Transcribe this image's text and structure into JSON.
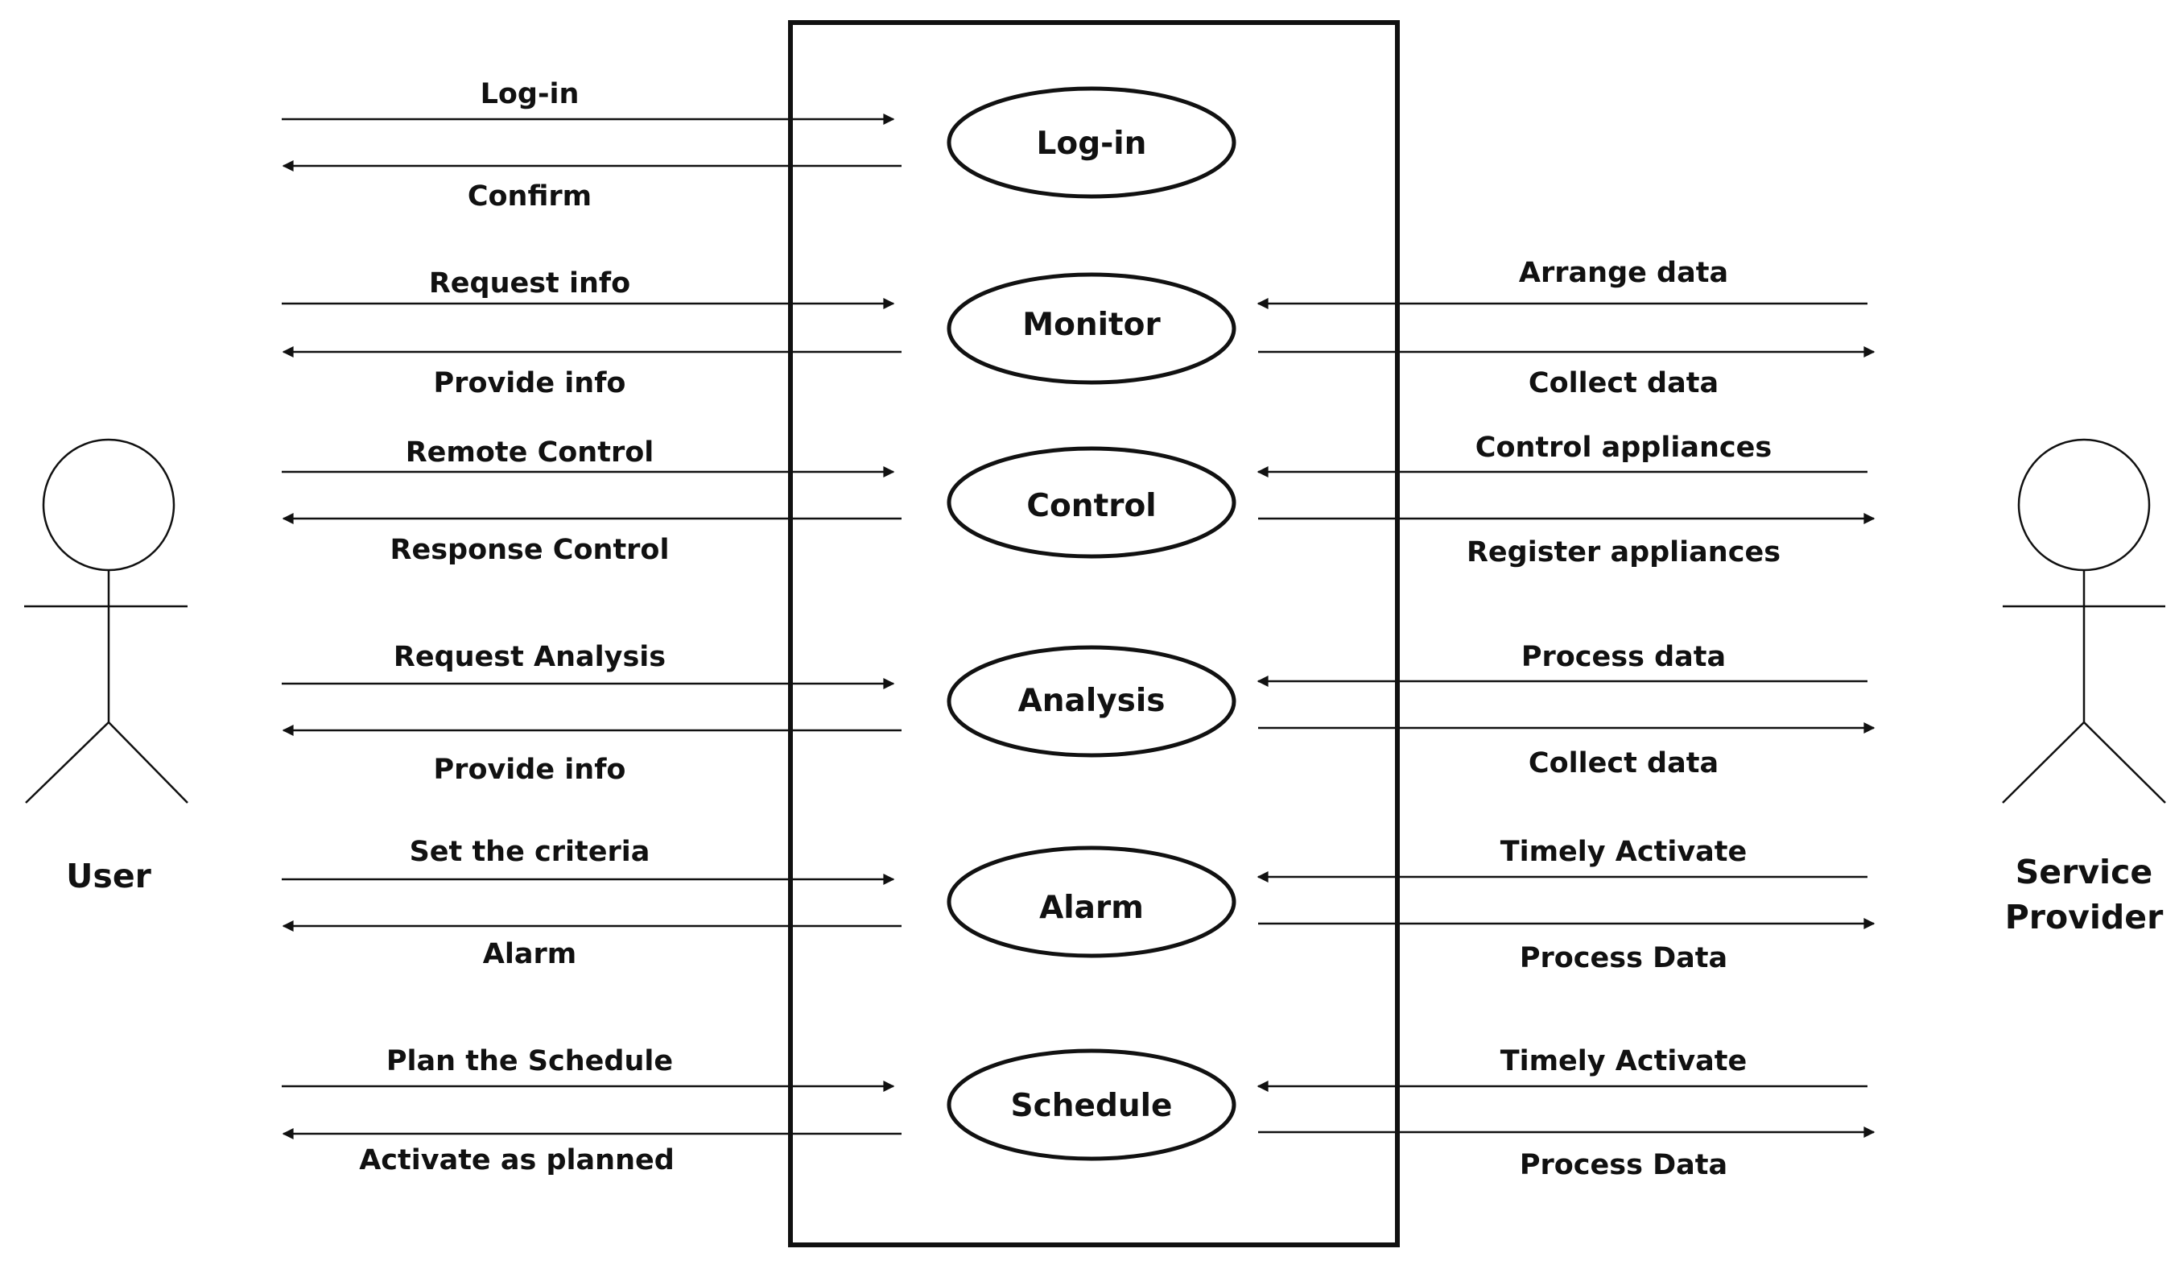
{
  "diagram": {
    "type": "use-case",
    "actors": {
      "user": {
        "label": "User"
      },
      "provider": {
        "label_lines": [
          "Service",
          "Provider"
        ]
      }
    },
    "use_cases": [
      {
        "id": "login",
        "label": "Log-in",
        "user_in": "Log-in",
        "user_out": "Confirm"
      },
      {
        "id": "monitor",
        "label": "Monitor",
        "user_in": "Request info",
        "user_out": "Provide info",
        "prov_in": "Arrange data",
        "prov_out": "Collect data"
      },
      {
        "id": "control",
        "label": "Control",
        "user_in": "Remote Control",
        "user_out": "Response Control",
        "prov_in": "Control appliances",
        "prov_out": "Register appliances"
      },
      {
        "id": "analysis",
        "label": "Analysis",
        "user_in": "Request Analysis",
        "user_out": "Provide info",
        "prov_in": "Process data",
        "prov_out": "Collect data"
      },
      {
        "id": "alarm",
        "label": "Alarm",
        "user_in": "Set the criteria",
        "user_out": "Alarm",
        "prov_in": "Timely Activate",
        "prov_out": "Process Data"
      },
      {
        "id": "schedule",
        "label": "Schedule",
        "user_in": "Plan the Schedule",
        "user_out": "Activate as planned",
        "prov_in": "Timely Activate",
        "prov_out": "Process Data"
      }
    ],
    "colors": {
      "line": "#111111",
      "background": "#ffffff"
    }
  }
}
